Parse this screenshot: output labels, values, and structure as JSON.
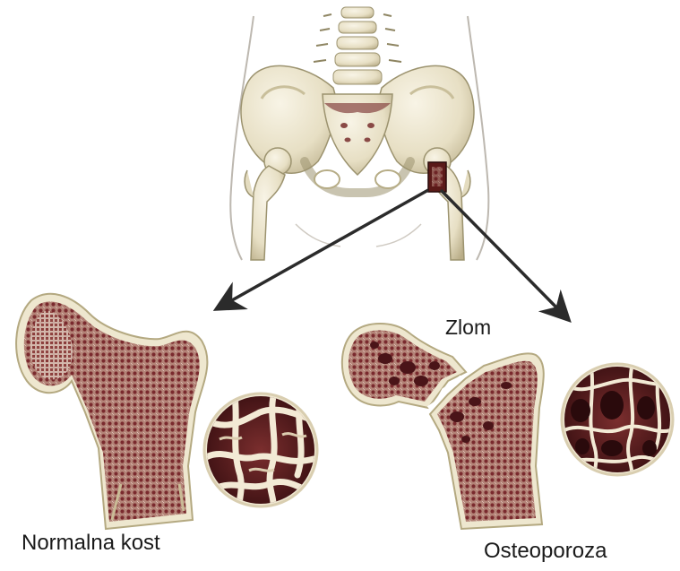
{
  "labels": {
    "normal_bone": "Normalna kost",
    "osteoporosis": "Osteoporoza",
    "fracture": "Zlom"
  },
  "colors": {
    "bone_ivory": "#ece6cf",
    "bone_shade": "#cfc6a4",
    "body_outline": "#bdb8b0",
    "marrow_red": "#7a2a2e",
    "marrow_dark": "#4a1418",
    "arrow": "#2b2b2b",
    "highlight_box": "#5a1a18"
  },
  "icons": {
    "pelvis": "pelvis-skeleton-icon",
    "highlight": "hip-region-marker-icon"
  }
}
